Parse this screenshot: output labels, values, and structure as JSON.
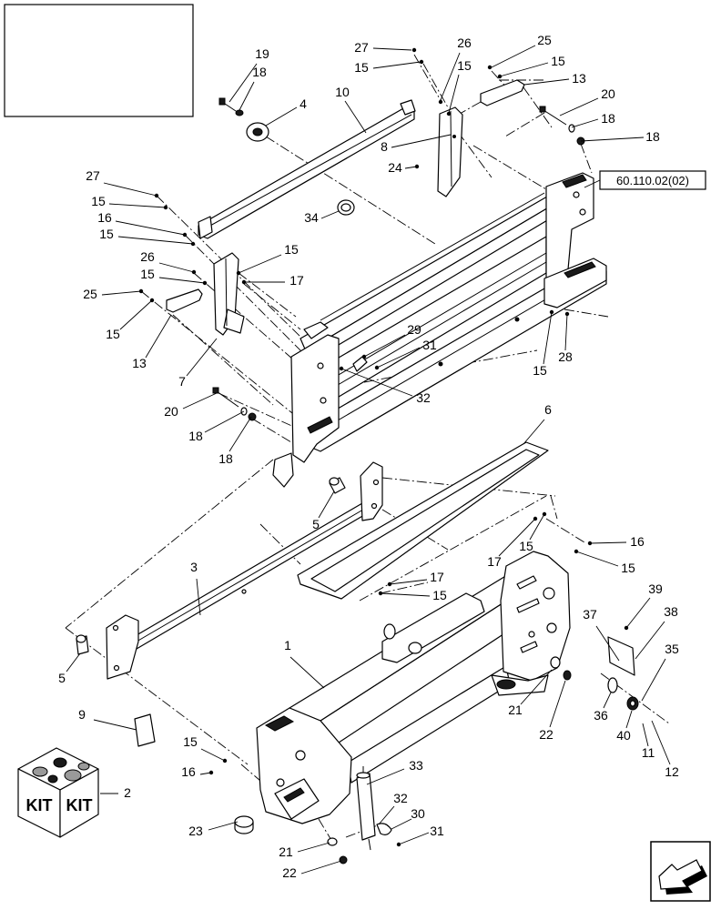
{
  "reference_link": "60.110.02(02)",
  "kit_box": {
    "left_label": "KIT",
    "right_label": "KIT"
  },
  "navigation_icon": "return-arrow-icon",
  "colors": {
    "line": "#000000",
    "background": "#ffffff"
  },
  "callouts": [
    "19",
    "18",
    "4",
    "10",
    "27",
    "15",
    "26",
    "15",
    "25",
    "15",
    "13",
    "20",
    "18",
    "18",
    "8",
    "24",
    "27",
    "15",
    "16",
    "15",
    "34",
    "26",
    "15",
    "15",
    "17",
    "25",
    "15",
    "13",
    "7",
    "29",
    "31",
    "32",
    "15",
    "28",
    "20",
    "18",
    "18",
    "6",
    "5",
    "17",
    "15",
    "16",
    "15",
    "3",
    "17",
    "15",
    "39",
    "38",
    "37",
    "1",
    "35",
    "5",
    "21",
    "36",
    "40",
    "22",
    "11",
    "9",
    "15",
    "16",
    "12",
    "2",
    "33",
    "32",
    "30",
    "31",
    "23",
    "21",
    "22"
  ]
}
